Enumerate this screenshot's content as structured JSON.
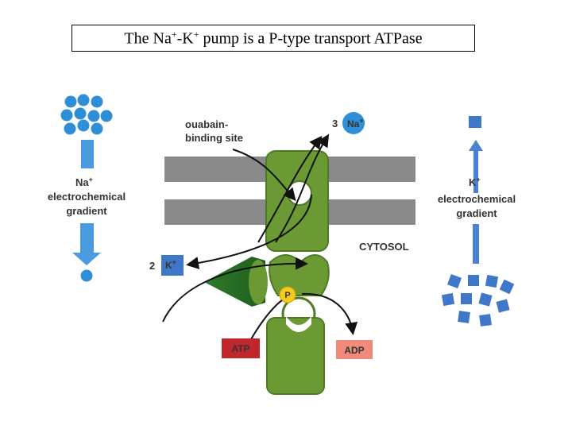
{
  "title": {
    "main": "The Na",
    "plus1": "+",
    "dash": "-K",
    "plus2": "+",
    "rest": " pump is a P-type transport ATPase"
  },
  "labels": {
    "ouabain_line1": "ouabain-",
    "ouabain_line2": "binding site",
    "na_count": "3",
    "na_ion": "Na",
    "k_count": "2",
    "k_ion": "K",
    "plus": "+",
    "cytosol": "CYTOSOL",
    "na_gradient_ion": "Na",
    "na_gradient_line1": "electrochemical",
    "na_gradient_line2": "gradient",
    "k_gradient_ion": "K",
    "k_gradient_line1": "electrochemical",
    "k_gradient_line2": "gradient",
    "phosphate": "P",
    "atp": "ATP",
    "adp": "ADP"
  },
  "colors": {
    "membrane": "#8a8a8a",
    "protein": "#6b9a34",
    "protein_dark": "#4e7a26",
    "sodium": "#2e8fd6",
    "potassium": "#3f78c8",
    "atp": "#c0272d",
    "adp": "#f08a7a",
    "phosphate": "#f3cb1a"
  }
}
